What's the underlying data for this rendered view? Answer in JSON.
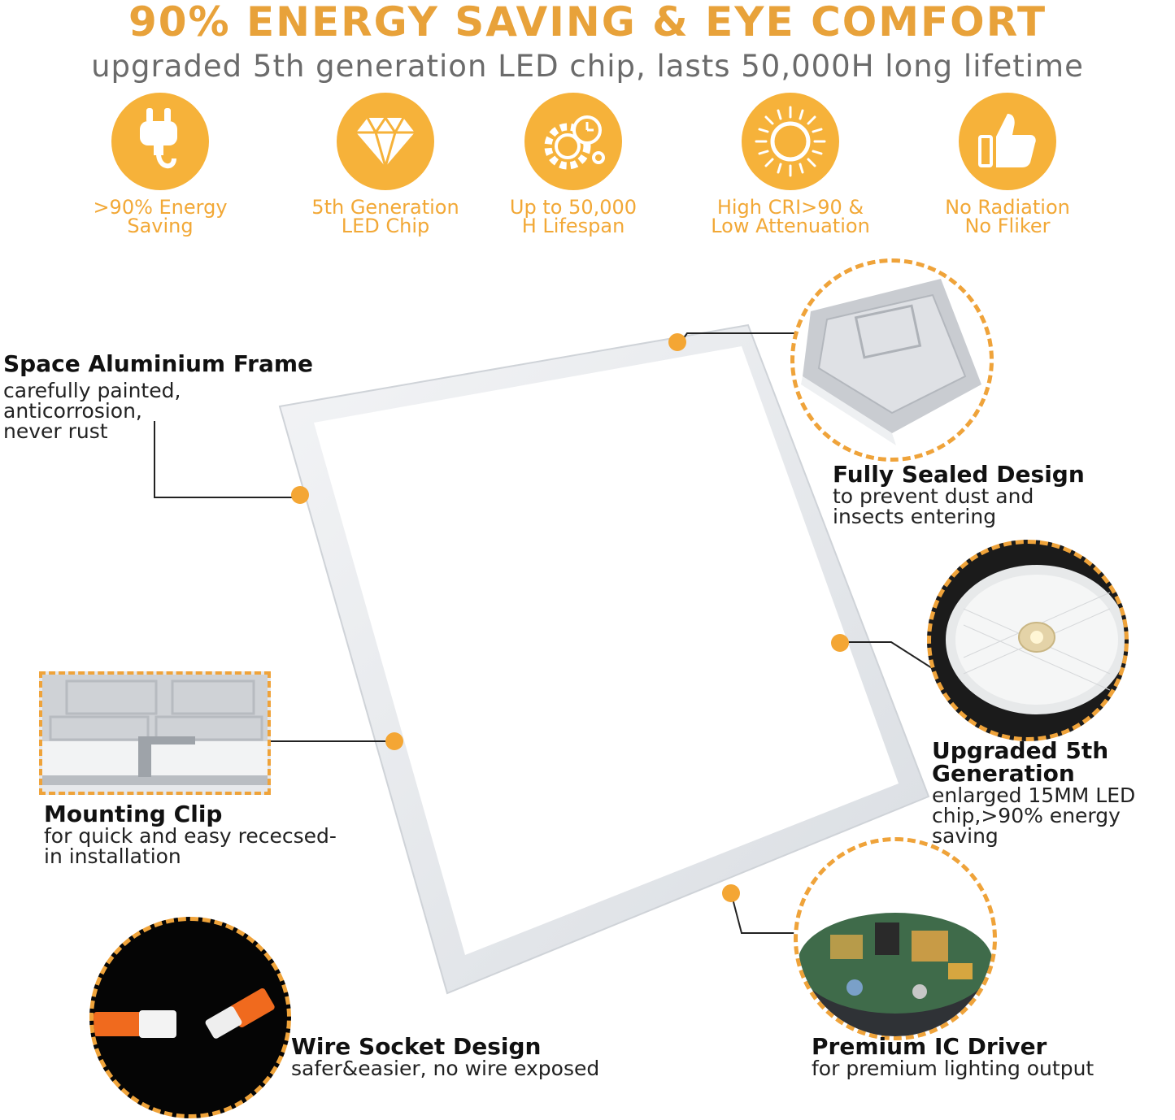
{
  "header": {
    "title": "90% ENERGY SAVING & EYE COMFORT",
    "subtitle": "upgraded 5th generation LED chip, lasts 50,000H long lifetime"
  },
  "features": [
    {
      "icon": "plug-icon",
      "line1": ">90% Energy",
      "line2": "Saving"
    },
    {
      "icon": "diamond-icon",
      "line1": "5th Generation",
      "line2": "LED Chip"
    },
    {
      "icon": "gear-clock-icon",
      "line1": "Up to 50,000",
      "line2": "H Lifespan"
    },
    {
      "icon": "sun-icon",
      "line1": "High CRI>90 &",
      "line2": "Low Attenuation"
    },
    {
      "icon": "thumbs-up-icon",
      "line1": "No Radiation",
      "line2": "No Fliker"
    }
  ],
  "callouts": {
    "frame": {
      "title": "Space Aluminium Frame",
      "desc1": "carefully painted,",
      "desc2": "anticorrosion,",
      "desc3": "never rust"
    },
    "sealed": {
      "title": "Fully Sealed Design",
      "desc1": "to prevent dust and",
      "desc2": "insects entering"
    },
    "chip": {
      "title": "Upgraded 5th",
      "title2": "Generation",
      "desc1": "enlarged 15MM LED",
      "desc2": "chip,>90% energy",
      "desc3": "saving"
    },
    "clip": {
      "title": "Mounting Clip",
      "desc1": "for quick and easy rececsed-",
      "desc2": "in installation"
    },
    "socket": {
      "title": "Wire Socket Design",
      "desc1": "safer&easier, no wire exposed"
    },
    "driver": {
      "title": "Premium IC Driver",
      "desc1": "for premium lighting output"
    }
  },
  "colors": {
    "accent": "#F4A634",
    "title": "#E8A23A",
    "subtitle": "#6b6b6b"
  }
}
